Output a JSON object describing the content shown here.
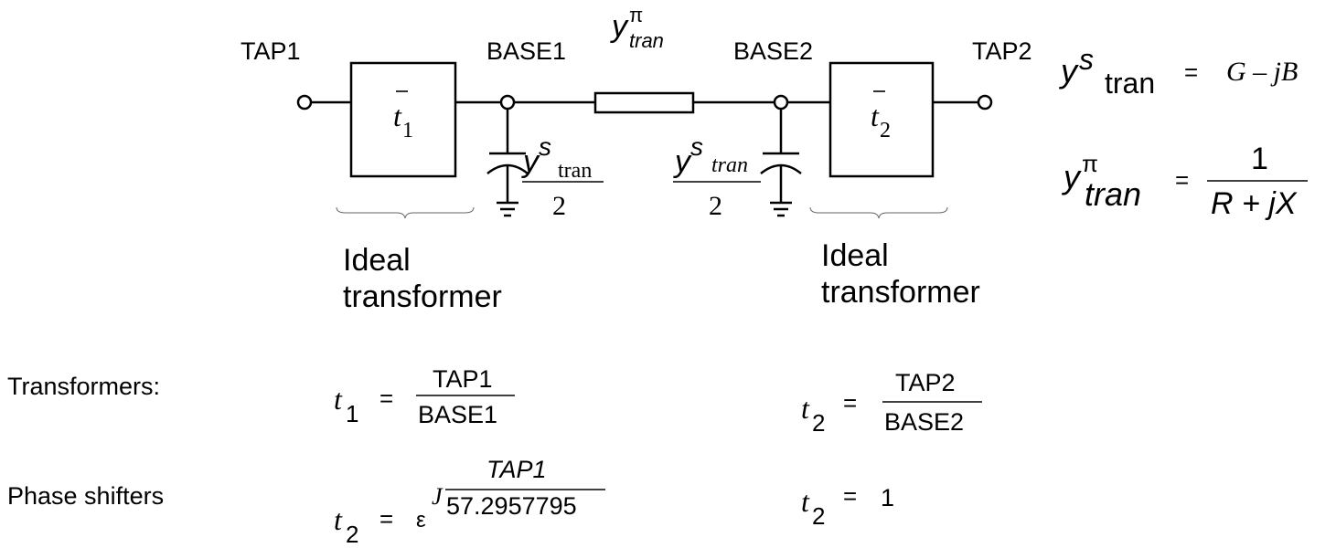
{
  "nodes": {
    "tap1": "TAP1",
    "base1": "BASE1",
    "base2": "BASE2",
    "tap2": "TAP2"
  },
  "blocks": {
    "t1_sym": "t",
    "t1_sub": "1",
    "t2_sym": "t",
    "t2_sub": "2"
  },
  "shunts": {
    "left_y": "y",
    "left_s": "s",
    "left_sub": "tran",
    "left_den": "2",
    "right_y": "y",
    "right_s": "s",
    "right_sub": "tran",
    "right_den": "2"
  },
  "series_admittance": {
    "y": "y",
    "sup": "π",
    "sub": "tran"
  },
  "labels": {
    "ideal_left_1": "Ideal",
    "ideal_left_2": "transformer",
    "ideal_right_1": "Ideal",
    "ideal_right_2": "transformer"
  },
  "equations": {
    "ys_y": "y",
    "ys_s": "s",
    "ys_sub": "tran",
    "ys_eq": "=",
    "ys_rhs": "G – jB",
    "ypi_y": "y",
    "ypi_sup": "π",
    "ypi_sub": "tran",
    "ypi_eq": "=",
    "ypi_num": "1",
    "ypi_den": "R + jX"
  },
  "formulas": {
    "transformers_label": "Transformers:",
    "phase_label": "Phase shifters",
    "t1_lhs": "t",
    "t1_lhs_sub": "1",
    "t1_eq": "=",
    "t1_num": "TAP1",
    "t1_den": "BASE1",
    "t2_lhs": "t",
    "t2_lhs_sub": "2",
    "t2_eq": "=",
    "t2_num": "TAP2",
    "t2_den": "BASE2",
    "ps_lhs": "t",
    "ps_lhs_sub": "2",
    "ps_eq": "=",
    "ps_base": "ε",
    "ps_exp": "J",
    "ps_num": "TAP1",
    "ps_den": "57.2957795",
    "ps2_lhs": "t",
    "ps2_lhs_sub": "2",
    "ps2_eq": "=",
    "ps2_rhs": "1"
  }
}
